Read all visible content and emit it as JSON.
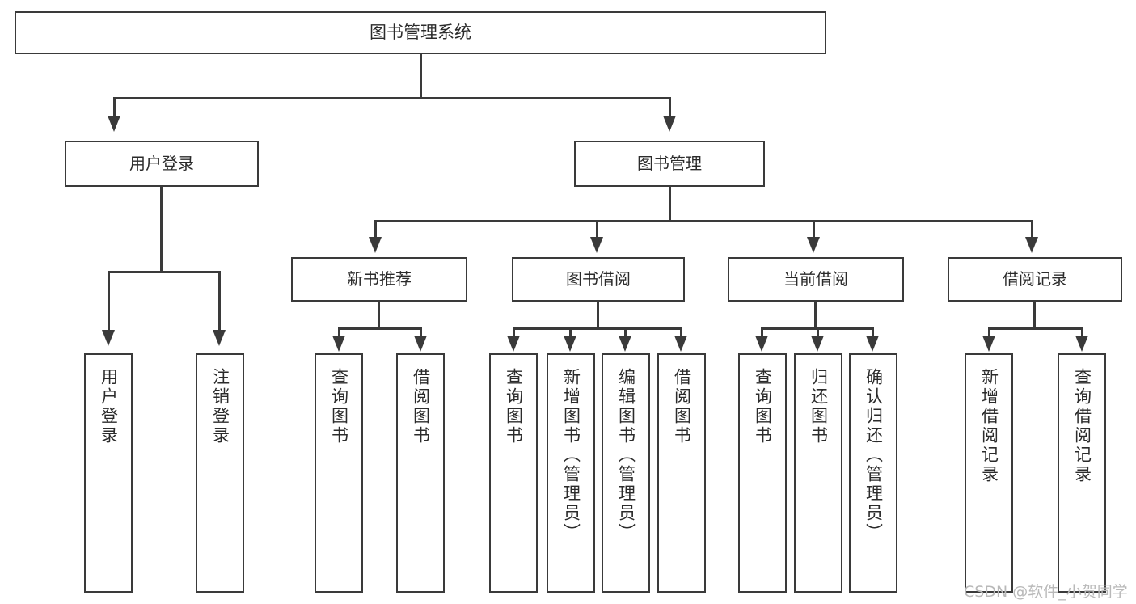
{
  "diagram": {
    "type": "tree-hierarchy-flowchart",
    "title": "图书管理系统",
    "orientation": "top-down",
    "colors": {
      "box_border": "#3a3a3a",
      "box_fill": "#ffffff",
      "text": "#2b2b2b",
      "connector": "#3a3a3a",
      "background": "#ffffff",
      "watermark": "#b9b9b9"
    },
    "root": {
      "id": "root",
      "label": "图书管理系统"
    },
    "level1": [
      {
        "id": "user-login",
        "label": "用户登录"
      },
      {
        "id": "book-management",
        "label": "图书管理"
      }
    ],
    "level2": [
      {
        "id": "new-book-recommend",
        "label": "新书推荐",
        "parent": "book-management"
      },
      {
        "id": "book-borrow",
        "label": "图书借阅",
        "parent": "book-management"
      },
      {
        "id": "current-borrow",
        "label": "当前借阅",
        "parent": "book-management"
      },
      {
        "id": "borrow-record",
        "label": "借阅记录",
        "parent": "book-management"
      }
    ],
    "leaves": [
      {
        "id": "leaf-user-login",
        "label": "用户登录",
        "parent": "user-login"
      },
      {
        "id": "leaf-logout-login",
        "label": "注销登录",
        "parent": "user-login"
      },
      {
        "id": "leaf-query-book-1",
        "label": "查询图书",
        "parent": "new-book-recommend"
      },
      {
        "id": "leaf-borrow-book-1",
        "label": "借阅图书",
        "parent": "new-book-recommend"
      },
      {
        "id": "leaf-query-book-2",
        "label": "查询图书",
        "parent": "book-borrow"
      },
      {
        "id": "leaf-add-book",
        "label": "新增图书（管理员）",
        "parent": "book-borrow"
      },
      {
        "id": "leaf-edit-book",
        "label": "编辑图书（管理员）",
        "parent": "book-borrow"
      },
      {
        "id": "leaf-borrow-book-2",
        "label": "借阅图书",
        "parent": "book-borrow"
      },
      {
        "id": "leaf-query-book-3",
        "label": "查询图书",
        "parent": "current-borrow"
      },
      {
        "id": "leaf-return-book",
        "label": "归还图书",
        "parent": "current-borrow"
      },
      {
        "id": "leaf-confirm-return",
        "label": "确认归还（管理员）",
        "parent": "current-borrow"
      },
      {
        "id": "leaf-add-record",
        "label": "新增借阅记录",
        "parent": "borrow-record"
      },
      {
        "id": "leaf-query-record",
        "label": "查询借阅记录",
        "parent": "borrow-record"
      }
    ]
  },
  "watermark": {
    "text": "CSDN @软件_小贺同学"
  }
}
